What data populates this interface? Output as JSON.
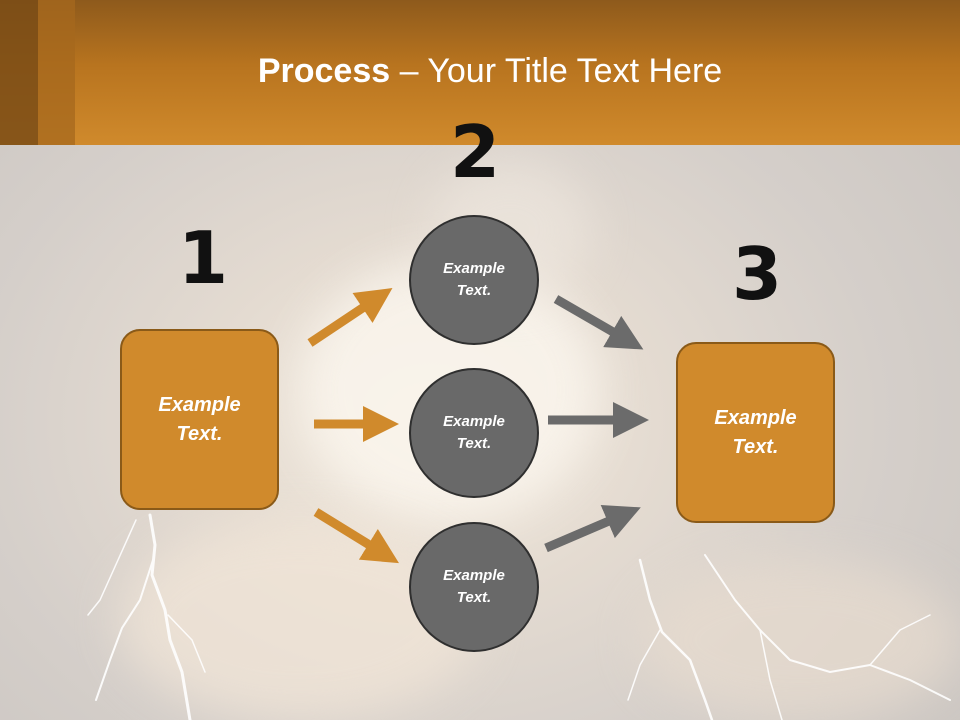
{
  "title": {
    "bold": "Process",
    "rest": " – Your Title Text Here"
  },
  "steps": [
    {
      "number": "1",
      "text_line1": "Example",
      "text_line2": "Text."
    },
    {
      "number": "2"
    },
    {
      "number": "3",
      "text_line1": "Example",
      "text_line2": "Text."
    }
  ],
  "circles": [
    {
      "text_line1": "Example",
      "text_line2": "Text."
    },
    {
      "text_line1": "Example",
      "text_line2": "Text."
    },
    {
      "text_line1": "Example",
      "text_line2": "Text."
    }
  ],
  "colors": {
    "header": "#c27d26",
    "box_fill": "#d08a2c",
    "circle_fill": "#696969",
    "orange_arrow": "#d08a2c",
    "gray_arrow": "#6b6b6b"
  }
}
